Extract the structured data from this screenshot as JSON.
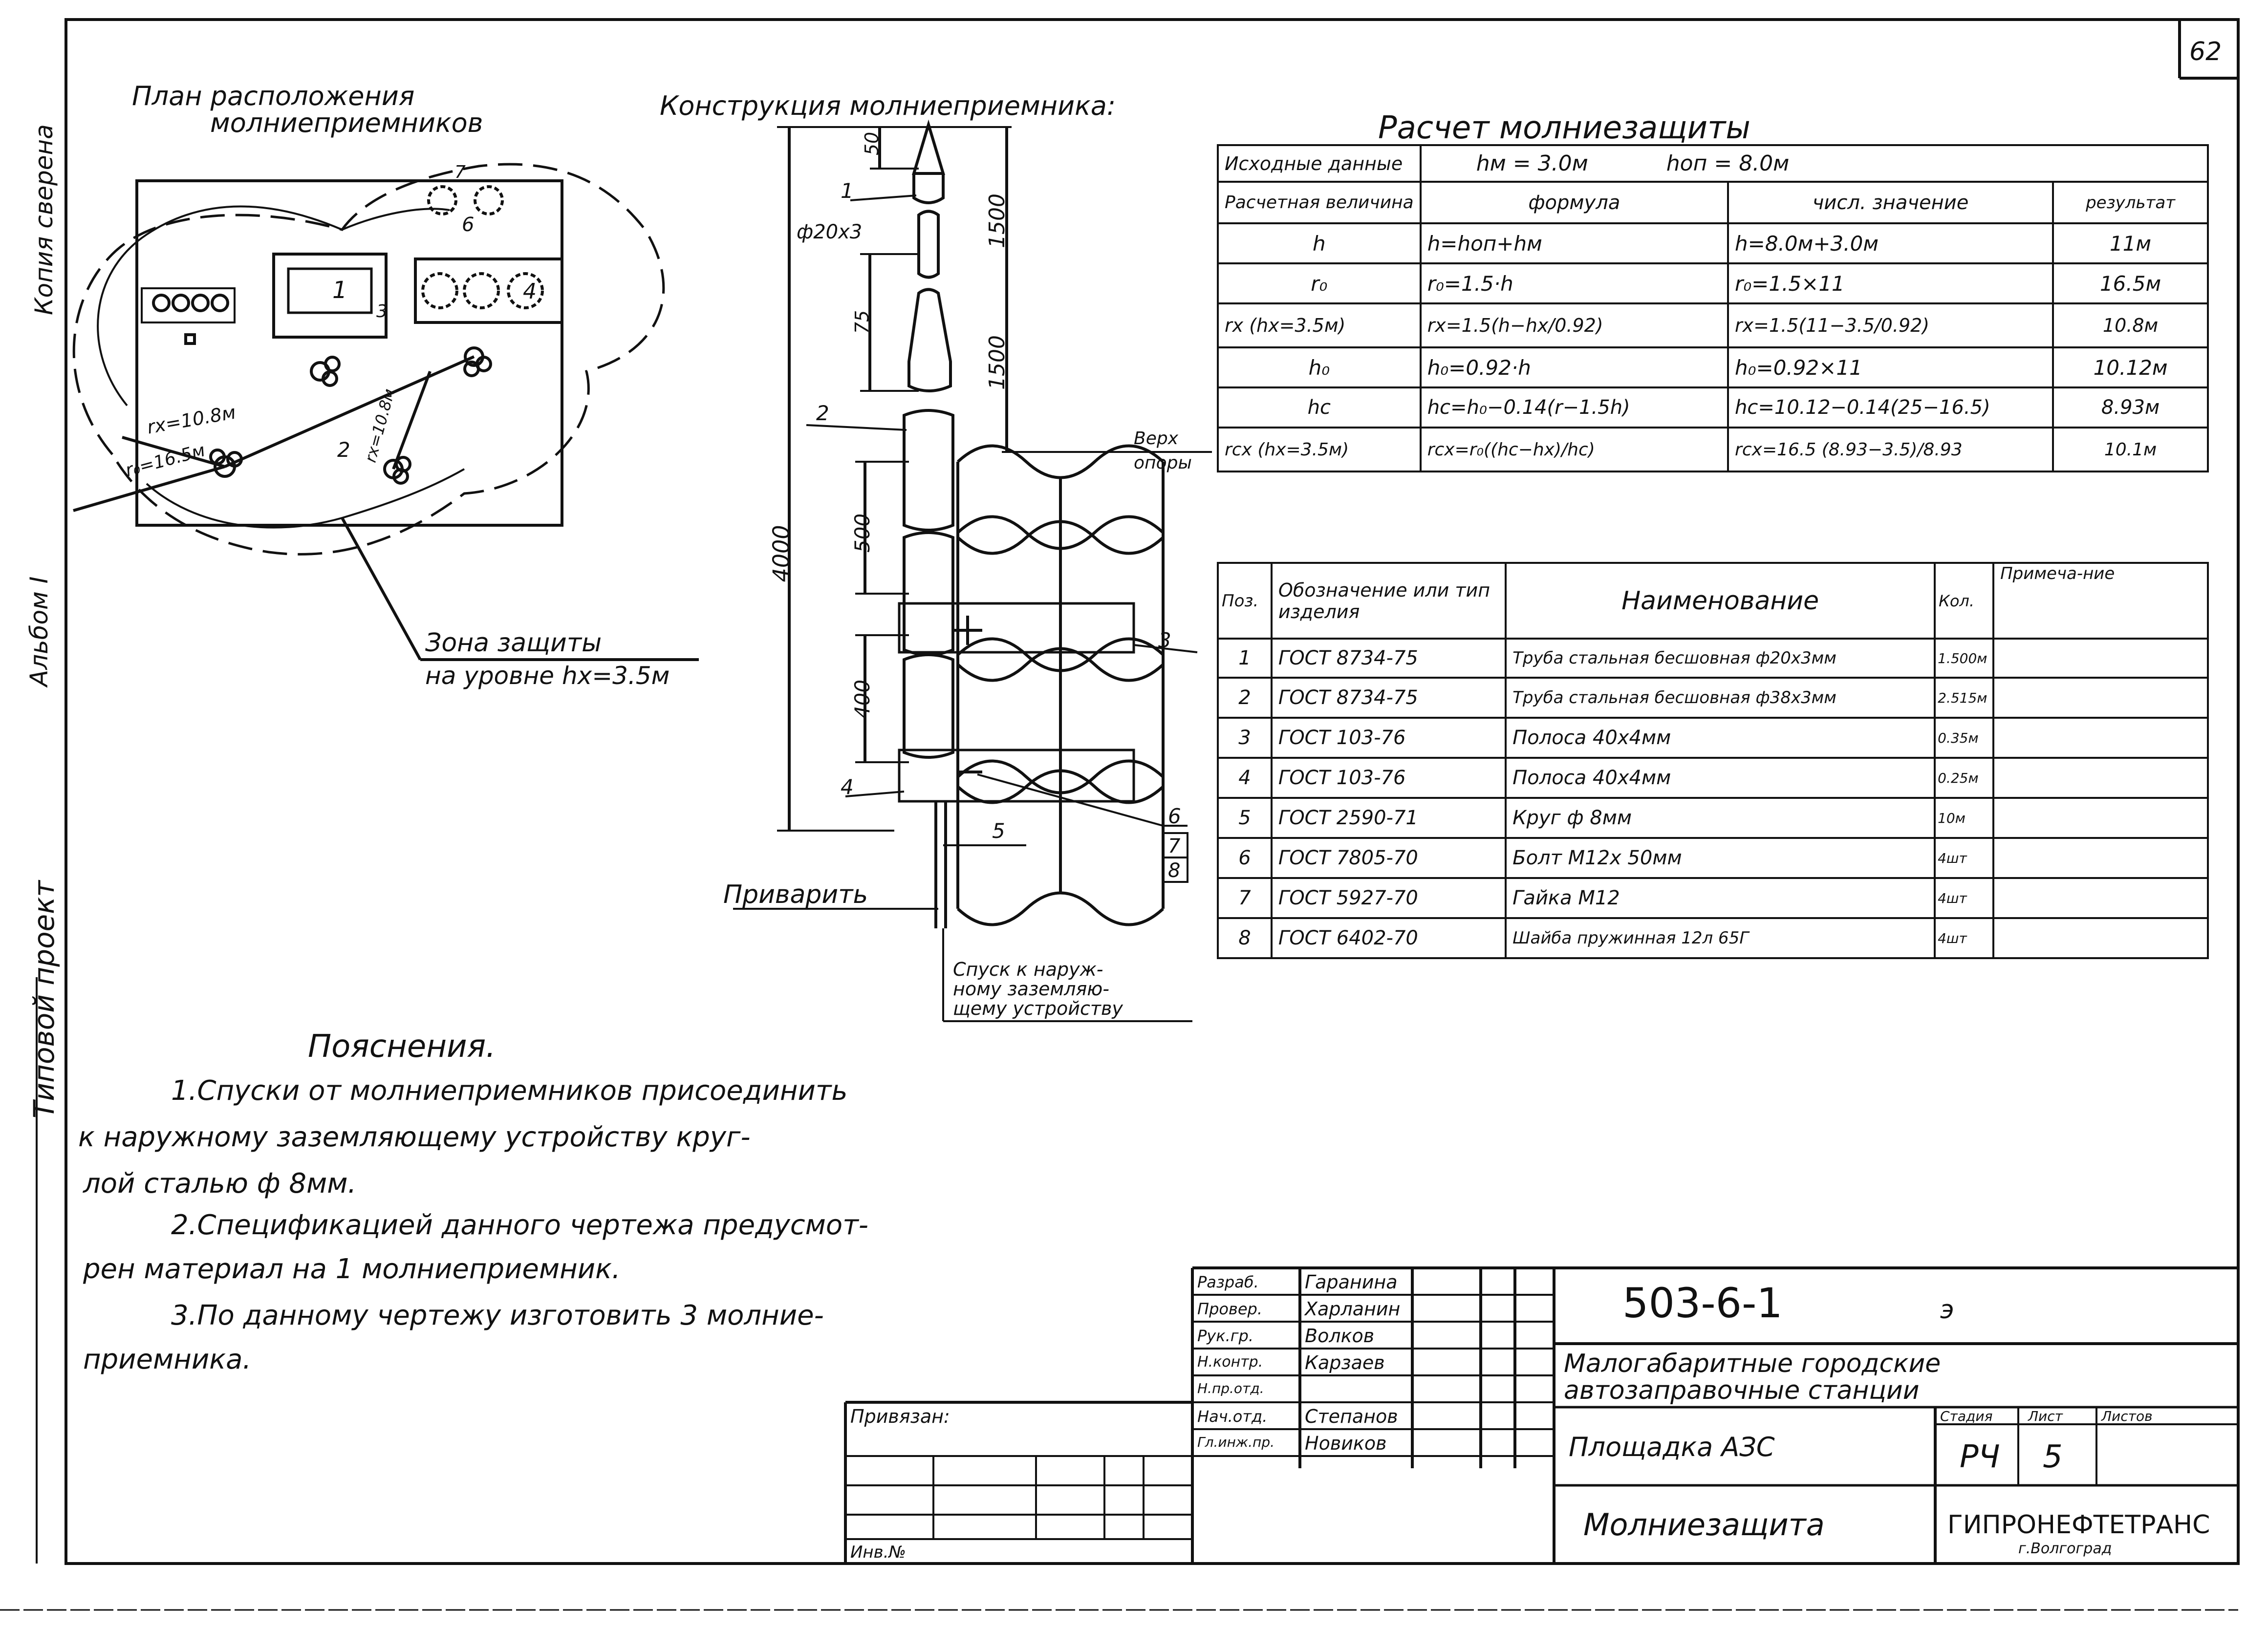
{
  "sheet": {
    "page_number": "62",
    "side_stamp": "Типовой проект",
    "side_album": "Альбом I",
    "side_copy": "Копия сверена"
  },
  "plan": {
    "title_line1": "План расположения",
    "title_line2": "молниеприемников",
    "building_number": "1",
    "label_3": "3",
    "label_4": "4",
    "label_6": "6",
    "label_7": "7",
    "label_2": "2",
    "radius_rx": "rx=10.8м",
    "radius_ro": "r₀=16.5м",
    "radius_rx2": "rx=10.8м",
    "zone_line1": "Зона защиты",
    "zone_line2": "на уровне hx=3.5м"
  },
  "construction": {
    "title": "Конструкция молниеприемника:",
    "dim_50": "50",
    "dim_1500_top": "1500",
    "dim_75": "75",
    "dim_1500_mid": "1500",
    "dim_500": "500",
    "dim_400": "400",
    "dim_4000": "4000",
    "pipe_label": "ф20х3",
    "top_support_line1": "Верх",
    "top_support_line2": "опоры",
    "pos": [
      "1",
      "2",
      "3",
      "4",
      "5",
      "6",
      "7",
      "8"
    ],
    "weld_label": "Приварить",
    "descent_line1": "Спуск к наруж-",
    "descent_line2": "ному заземляю-",
    "descent_line3": "щему устройству"
  },
  "calc": {
    "title": "Расчет молниезащиты",
    "source_label": "Исходные данные",
    "source_hm": "hм = 3.0м",
    "source_hon": "hоп = 8.0м",
    "headers": [
      "Расчетная величина",
      "формула",
      "числ. значение",
      "результат"
    ],
    "rows": [
      [
        "h",
        "h=hоп+hм",
        "h=8.0м+3.0м",
        "11м"
      ],
      [
        "r₀",
        "r₀=1.5·h",
        "r₀=1.5×11",
        "16.5м"
      ],
      [
        "rx (hx=3.5м)",
        "rx=1.5(h−hx/0.92)",
        "rx=1.5(11−3.5/0.92)",
        "10.8м"
      ],
      [
        "h₀",
        "h₀=0.92·h",
        "h₀=0.92×11",
        "10.12м"
      ],
      [
        "hc",
        "hc=h₀−0.14(r−1.5h)",
        "hc=10.12−0.14(25−16.5)",
        "8.93м"
      ],
      [
        "rcx (hx=3.5м)",
        "rcx=r₀((hc−hx)/hc)",
        "rcx=16.5 (8.93−3.5)/8.93",
        "10.1м"
      ]
    ]
  },
  "spec": {
    "headers": [
      "Поз.",
      "Обозначение или тип изделия",
      "Наименование",
      "Кол.",
      "Примеча-ние"
    ],
    "rows": [
      [
        "1",
        "ГОСТ 8734-75",
        "Труба стальная бесшовная ф20х3мм",
        "1.500м",
        ""
      ],
      [
        "2",
        "ГОСТ 8734-75",
        "Труба стальная бесшовная ф38х3мм",
        "2.515м",
        ""
      ],
      [
        "3",
        "ГОСТ 103-76",
        "Полоса 40х4мм",
        "0.35м",
        ""
      ],
      [
        "4",
        "ГОСТ 103-76",
        "Полоса 40х4мм",
        "0.25м",
        ""
      ],
      [
        "5",
        "ГОСТ 2590-71",
        "Круг ф 8мм",
        "10м",
        ""
      ],
      [
        "6",
        "ГОСТ 7805-70",
        "Болт М12х 50мм",
        "4шт",
        ""
      ],
      [
        "7",
        "ГОСТ 5927-70",
        "Гайка М12",
        "4шт",
        ""
      ],
      [
        "8",
        "ГОСТ 6402-70",
        "Шайба пружинная 12л 65Г",
        "4шт",
        ""
      ]
    ]
  },
  "notes": {
    "title": "Пояснения.",
    "lines": [
      "1.Спуски от молниеприемников присоединить",
      "к наружному заземляющему устройству круг-",
      "лой сталью ф 8мм.",
      "2.Спецификацией данного чертежа предусмот-",
      "рен материал на 1 молниеприемник.",
      "3.По данному чертежу изготовить 3 молние-",
      "приемника."
    ]
  },
  "titleblock": {
    "linked_label": "Привязан:",
    "inv_label": "Инв.№",
    "people": [
      [
        "Разраб.",
        "Гаранина"
      ],
      [
        "Провер.",
        "Харланин"
      ],
      [
        "Рук.гр.",
        "Волков"
      ],
      [
        "Н.контр.",
        "Карзаев"
      ],
      [
        "Н.пр.отд.",
        ""
      ],
      [
        "Нач.отд.",
        "Степанов"
      ],
      [
        "Гл.инж.пр.",
        "Новиков"
      ]
    ],
    "project_code": "503-6-1",
    "project_suffix": "э",
    "project_name_line1": "Малогабаритные городские",
    "project_name_line2": "автозаправочные станции",
    "section": "Площадка АЗС",
    "stage_label": "Стадия",
    "sheet_label": "Лист",
    "sheets_label": "Листов",
    "stage": "РЧ",
    "sheet": "5",
    "sheets": "",
    "drawing_title": "Молниезащита",
    "org": "ГИПРОНЕФТЕТРАНС",
    "org_city": "г.Волгоград"
  }
}
